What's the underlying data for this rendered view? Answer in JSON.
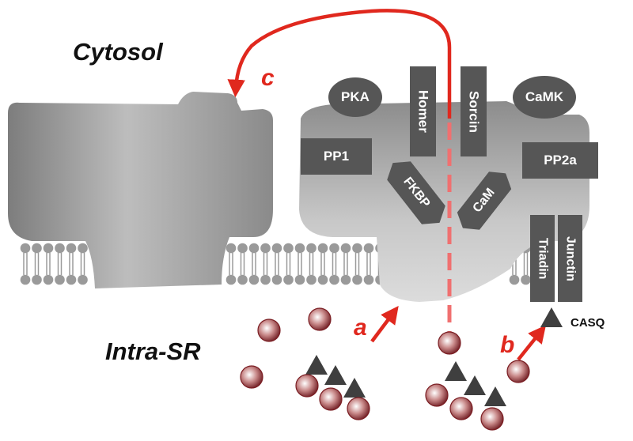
{
  "regions": {
    "cytosol": "Cytosol",
    "intra_sr": "Intra-SR"
  },
  "arrows": {
    "a": "a",
    "b": "b",
    "c": "c"
  },
  "proteins": {
    "pka": "PKA",
    "homer": "Homer",
    "sorcin": "Sorcin",
    "camk": "CaMK",
    "pp1": "PP1",
    "fkbp": "FKBP",
    "cam": "CaM",
    "pp2a": "PP2a",
    "triadin": "Triadin",
    "junctin": "Junctin",
    "casq": "CASQ"
  },
  "colors": {
    "arrow": "#e0281e",
    "protein_fill": "#565656",
    "protein_text": "#ffffff",
    "membrane": "#9a9a9a",
    "calcium_ion": "#7a1d22",
    "casq_triangle": "#3f3f3f"
  }
}
